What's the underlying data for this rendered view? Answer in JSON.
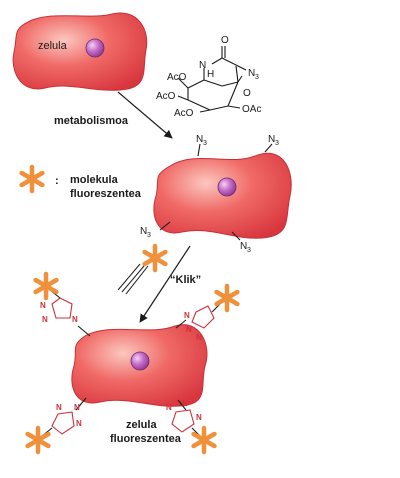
{
  "labels": {
    "cell": "zelula",
    "metabolism": "metabolismoa",
    "star_colon": ":",
    "fluor_molecule_line1": "molekula",
    "fluor_molecule_line2": "fluoreszentea",
    "click": "“Klik”",
    "fluor_cell_line1": "zelula",
    "fluor_cell_line2": "fluoreszentea"
  },
  "azide": {
    "n": "N",
    "sub": "3"
  },
  "sugar": {
    "ac1": "AcO",
    "ac2": "AcO",
    "ac3": "AcO",
    "ac4": "OAc",
    "o_ring": "O",
    "o_carbonyl": "O",
    "nh": "H",
    "n_amide": "N",
    "n3": "N",
    "n3_sub": "3"
  },
  "triazole": {
    "n": "N",
    "eq": "="
  },
  "colors": {
    "cell_fill": "#e8484e",
    "cell_highlight": "#f59a94",
    "nucleus": "#c56bc8",
    "star": "#f0903a",
    "triazole": "#d0303a",
    "bonds": "#1a1a1a"
  }
}
